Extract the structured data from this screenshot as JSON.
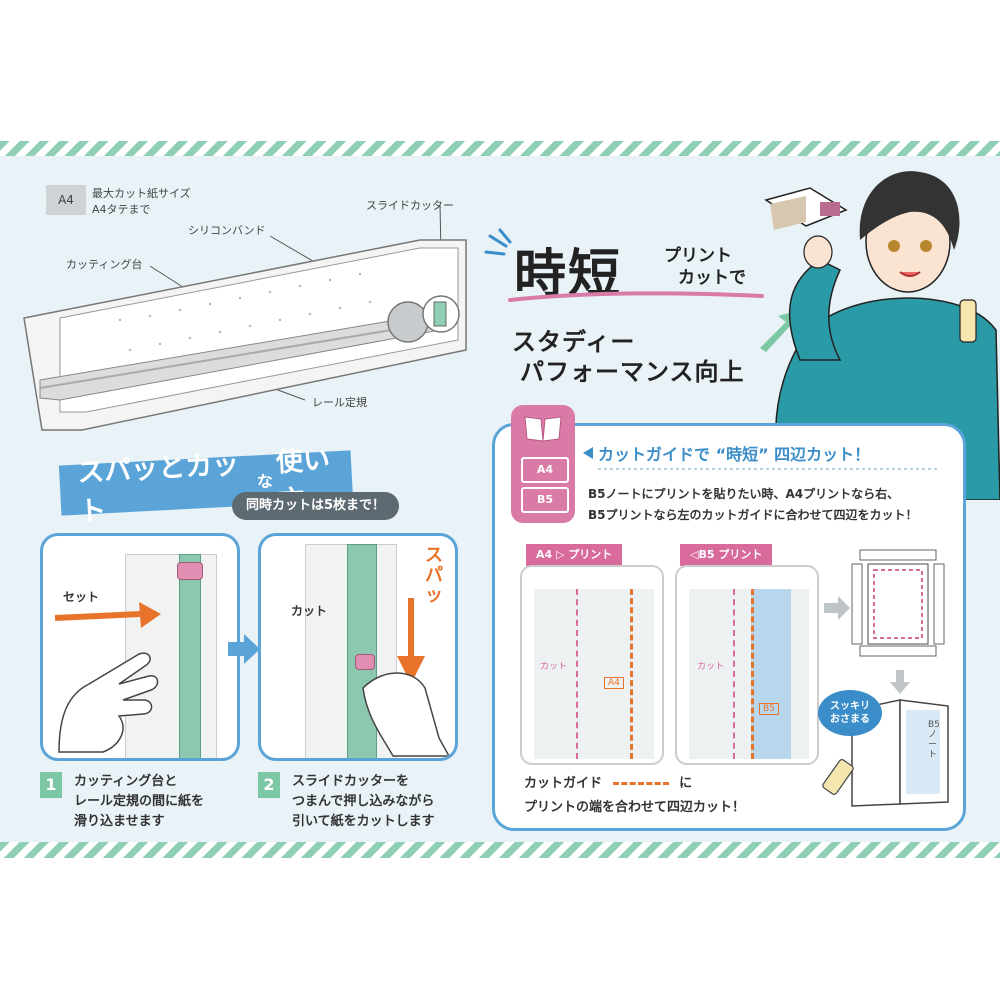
{
  "colors": {
    "accent_blue": "#5aa4d8",
    "mint": "#8fd0b5",
    "pink": "#d86a9c",
    "orange": "#e8732a",
    "panel": "#e9f2f7"
  },
  "diagram": {
    "size_badge": "A4",
    "max_size_line1": "最大カット紙サイズ",
    "max_size_line2": "A4タテまで",
    "silicon_band": "シリコンバンド",
    "slide_cutter": "スライドカッター",
    "cutting_table": "カッティング台",
    "rail_ruler": "レール定規"
  },
  "hero": {
    "big_title": "時短",
    "sub_title_1": "プリント",
    "sub_title_2": "カットで",
    "tagline_1": "スタディー",
    "tagline_2": "パフォーマンス向上"
  },
  "howto": {
    "ribbon_main": "スパッとカット",
    "ribbon_small": "な",
    "ribbon_tail": "使い方",
    "pill": "同時カットは5枚まで！",
    "step1_tag": "セット",
    "step2_tag": "カット",
    "step2_sfx": "スパッ",
    "step1_num": "1",
    "step1_text_1": "カッティング台と",
    "step1_text_2": "レール定規の間に紙を",
    "step1_text_3": "滑り込ませます",
    "step2_num": "2",
    "step2_text_1": "スライドカッターを",
    "step2_text_2": "つまんで押し込みながら",
    "step2_text_3": "引いて紙をカットします"
  },
  "guide": {
    "title": "カットガイドで “時短” 四辺カット！",
    "desc_1": "B5ノートにプリントを貼りたい時、A4プリントなら右、",
    "desc_2": "B5プリントなら左のカットガイドに合わせて四辺をカット！",
    "tab_a4": "A4",
    "tab_b5": "B5",
    "tag_a4_print": "A4 ▷ プリント",
    "tag_b5_print": "◁B5 プリント",
    "cut_small": "カット",
    "tiny_a4": "A4",
    "tiny_b5": "B5",
    "bubble_line1": "スッキリ",
    "bubble_line2": "おさまる",
    "notebook_label": "B5ノート",
    "bottom_1a": "カットガイド",
    "bottom_1b": "に",
    "bottom_2": "プリントの端を合わせて四辺カット！"
  }
}
